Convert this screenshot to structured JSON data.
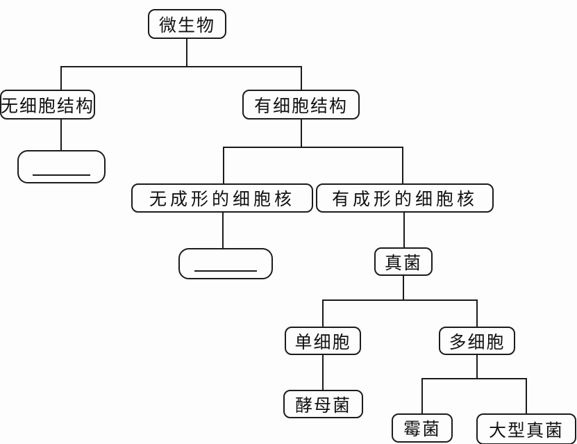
{
  "diagram": {
    "type": "tree-flowchart",
    "topic": "microorganism-classification",
    "nodes": {
      "root": {
        "label": "微生物"
      },
      "no_cell_structure": {
        "label": "无细胞结构"
      },
      "has_cell_structure": {
        "label": "有细胞结构"
      },
      "no_formed_nucleus": {
        "label": "无成形的细胞核"
      },
      "formed_nucleus": {
        "label": "有成形的细胞核"
      },
      "fungi": {
        "label": "真菌"
      },
      "unicellular": {
        "label": "单细胞"
      },
      "multicellular": {
        "label": "多细胞"
      },
      "yeast": {
        "label": "酵母菌"
      },
      "mold": {
        "label": "霉菌"
      },
      "macro_fungi": {
        "label": "大型真菌"
      }
    },
    "blank_nodes": [
      {
        "id": "blank_1",
        "label": "",
        "note": "fill-in blank under 无细胞结构"
      },
      {
        "id": "blank_2",
        "label": "",
        "note": "fill-in blank under 无成形的细胞核"
      }
    ],
    "edges": [
      [
        "root",
        "no_cell_structure"
      ],
      [
        "root",
        "has_cell_structure"
      ],
      [
        "no_cell_structure",
        "blank_1"
      ],
      [
        "has_cell_structure",
        "no_formed_nucleus"
      ],
      [
        "has_cell_structure",
        "formed_nucleus"
      ],
      [
        "no_formed_nucleus",
        "blank_2"
      ],
      [
        "formed_nucleus",
        "fungi"
      ],
      [
        "fungi",
        "unicellular"
      ],
      [
        "fungi",
        "multicellular"
      ],
      [
        "unicellular",
        "yeast"
      ],
      [
        "multicellular",
        "mold"
      ],
      [
        "multicellular",
        "macro_fungi"
      ]
    ],
    "colors": {
      "line": "#1b1b1b",
      "box_border": "#1b1b1b",
      "background": "#fdfdfd",
      "text": "#111111"
    }
  }
}
